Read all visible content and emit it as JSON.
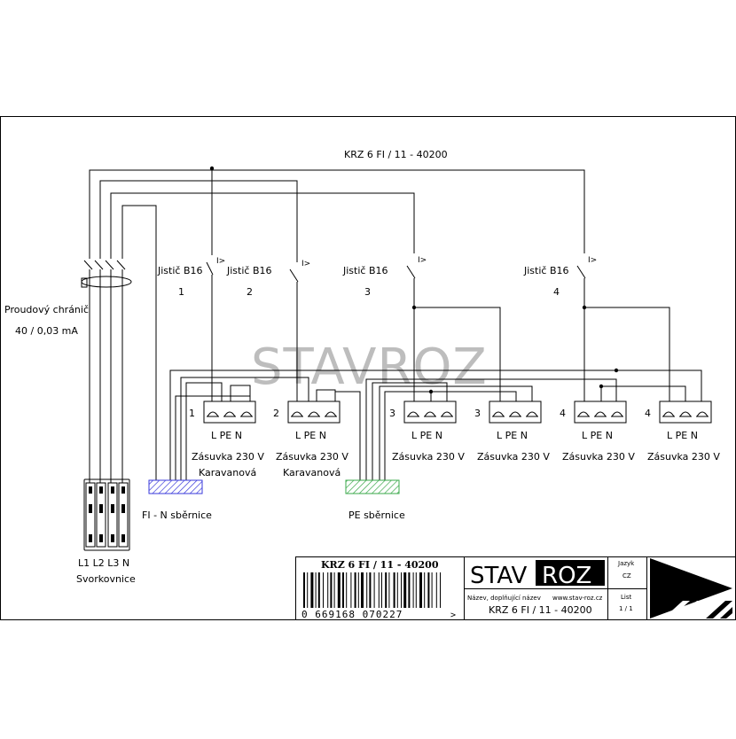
{
  "title": "KRZ 6 FI / 11 - 40200",
  "watermark": "STAVROZ",
  "rcd": {
    "name": "Proudový chránič",
    "rating": "40 / 0,03 mA"
  },
  "overcurrent_symbol": "I>",
  "breakers": [
    {
      "label": "Jistič B16",
      "number": "1"
    },
    {
      "label": "Jistič B16",
      "number": "2"
    },
    {
      "label": "Jistič B16",
      "number": "3"
    },
    {
      "label": "Jistič B16",
      "number": "4"
    }
  ],
  "sockets": [
    {
      "index": "1",
      "terminals": "L  PE  N",
      "name": "Zásuvka 230 V",
      "type": "Karavanová"
    },
    {
      "index": "2",
      "terminals": "L  PE  N",
      "name": "Zásuvka 230 V",
      "type": "Karavanová"
    },
    {
      "index": "3",
      "terminals": "L  PE  N",
      "name": "Zásuvka 230 V",
      "type": ""
    },
    {
      "index": "3",
      "terminals": "L  PE  N",
      "name": "Zásuvka 230 V",
      "type": ""
    },
    {
      "index": "4",
      "terminals": "L  PE  N",
      "name": "Zásuvka 230 V",
      "type": ""
    },
    {
      "index": "4",
      "terminals": "L  PE  N",
      "name": "Zásuvka 230 V",
      "type": ""
    }
  ],
  "busbars": {
    "fi_n": "FI - N  sběrnice",
    "pe": "PE  sběrnice"
  },
  "terminal_block": {
    "labels": "L1 L2 L3 N",
    "name": "Svorkovnice"
  },
  "title_block": {
    "barcode_title": "KRZ 6 FI / 11 - 40200",
    "barcode_digits": "0 669168 070227",
    "barcode_arrow": ">",
    "logo_left": "STAV",
    "logo_right": "ROZ",
    "name_caption": "Název, doplňující název",
    "website": "www.stav-roz.cz",
    "product": "KRZ 6 FI / 11 - 40200",
    "lang_label": "Jazyk",
    "lang_value": "CZ",
    "sheet_label": "List",
    "sheet_value": "1 / 1"
  },
  "colors": {
    "fi_n_bus": "#3a3adb",
    "pe_bus": "#3aa84a",
    "watermark": "#bdbdbd"
  }
}
